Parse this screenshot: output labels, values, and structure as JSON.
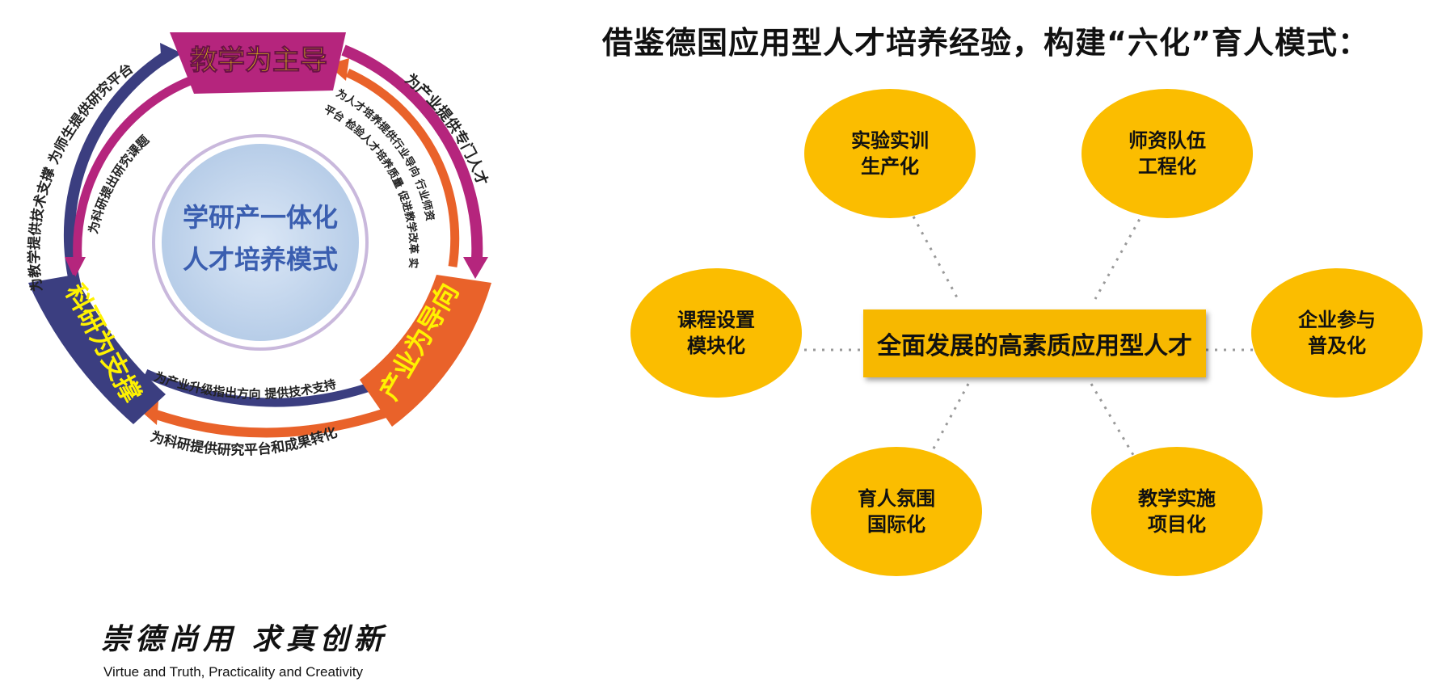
{
  "cycle": {
    "center_line1": "学研产一体化",
    "center_line2": "人才培养模式",
    "node_top": "教学为主导",
    "node_left": "科研为支撑",
    "node_right": "产业为导向",
    "arc_outer_left": "为教学提供技术支撑  为师生提供研究平台",
    "arc_outer_right": "为产业提供专门人才",
    "arc_inner_left": "为科研提出研究课题",
    "arc_inner_right_1": "为人才培养提供行业导向  行业师资",
    "arc_inner_right_2": "平台  检验人才培养质量  促进教学改革  实践",
    "arc_bottom_inner": "为产业升级指出方向  提供技术支持",
    "arc_bottom_outer": "为科研提供研究平台和成果转化",
    "colors": {
      "top": "#b5257d",
      "left": "#3b3e80",
      "right": "#e9622a",
      "center_fill": "#c6d8ee"
    }
  },
  "radial": {
    "title": "借鉴德国应用型人才培养经验，构建“六化”育人模式：",
    "center": "全面发展的高素质应用型人才",
    "items": [
      {
        "line1": "实验实训",
        "line2": "生产化"
      },
      {
        "line1": "师资队伍",
        "line2": "工程化"
      },
      {
        "line1": "课程设置",
        "line2": "模块化"
      },
      {
        "line1": "企业参与",
        "line2": "普及化"
      },
      {
        "line1": "育人氛围",
        "line2": "国际化"
      },
      {
        "line1": "教学实施",
        "line2": "项目化"
      }
    ],
    "colors": {
      "bubble": "#fbbd00",
      "center": "#f7b800"
    }
  },
  "motto": {
    "chinese": "崇德尚用  求真创新",
    "english": "Virtue and Truth, Practicality and Creativity"
  }
}
